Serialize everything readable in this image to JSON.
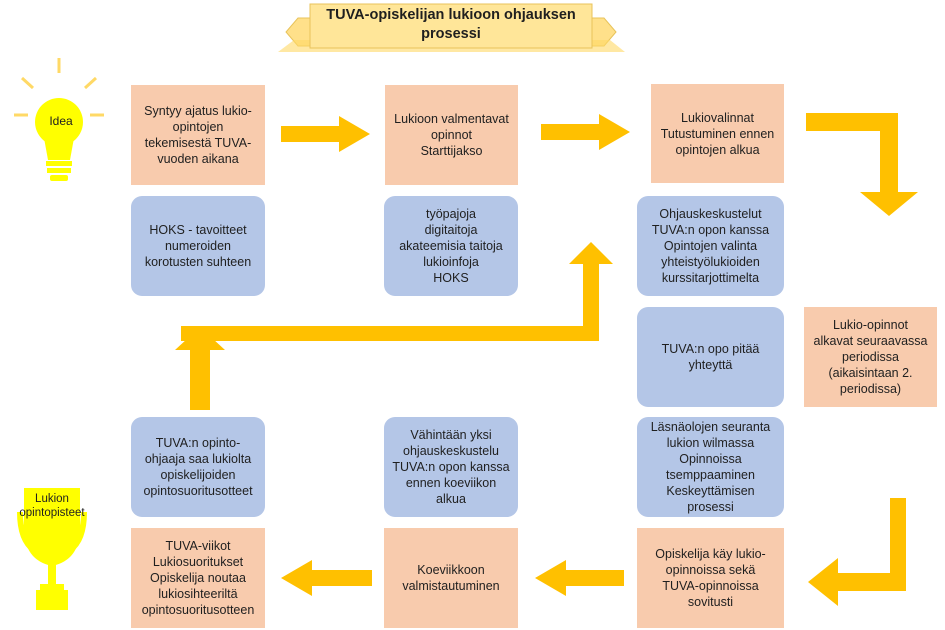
{
  "title": "TUVA-opiskelijan lukioon ohjauksen\nprosessi",
  "idea_label": "Idea",
  "trophy_label": "Lukion\nopintopisteet",
  "colors": {
    "peach_box": "#f8cbad",
    "blue_box": "#b4c6e7",
    "arrow": "#ffc000",
    "banner": "#ffe699",
    "bulb": "#ffff00"
  },
  "steps": {
    "s1": "Syntyy ajatus lukio-\nopintojen\ntekemisestä TUVA-\nvuoden aikana",
    "s2": "Lukioon valmentavat\nopinnot\nStarttijakso",
    "s3": "Lukiovalinnat\nTutustuminen ennen\nopintojen alkua",
    "s4": "Lukio-opinnot\nalkavat seuraavassa\nperiodissa\n(aikaisintaan 2.\nperiodissa)",
    "s5": "Opiskelija käy lukio-\nopinnoissa sekä\nTUVA-opinnoissa\nsovitusti",
    "s6": "Koeviikkoon\nvalmistautuminen",
    "s7": "TUVA-viikot\nLukiosuoritukset\nOpiskelija noutaa\nlukiosihteeriltä\nopintosuoritusotteen"
  },
  "notes": {
    "n1": "HOKS - tavoitteet\nnumeroiden\nkorotusten suhteen",
    "n2": "työpajoja\ndigitaitoja\nakateemisia taitoja\nlukioinfoja\nHOKS",
    "n3": "Ohjauskeskustelut\nTUVA:n opon kanssa\nOpintojen valinta\nyhteistyölukioiden\nkurssitarjottimelta",
    "n4": "TUVA:n opo pitää\nyhteyttä",
    "n5": "Läsnäolojen seuranta\nlukion wilmassa\nOpinnoissa\ntsemppaaminen\nKeskeyttämisen\nprosessi",
    "n6": "Vähintään yksi\nohjauskeskustelu\nTUVA:n opon kanssa\nennen koeviikon\nalkua",
    "n7": "TUVA:n opinto-\nohjaaja saa lukiolta\nopiskelijoiden\nopintosuoritusotteet"
  }
}
